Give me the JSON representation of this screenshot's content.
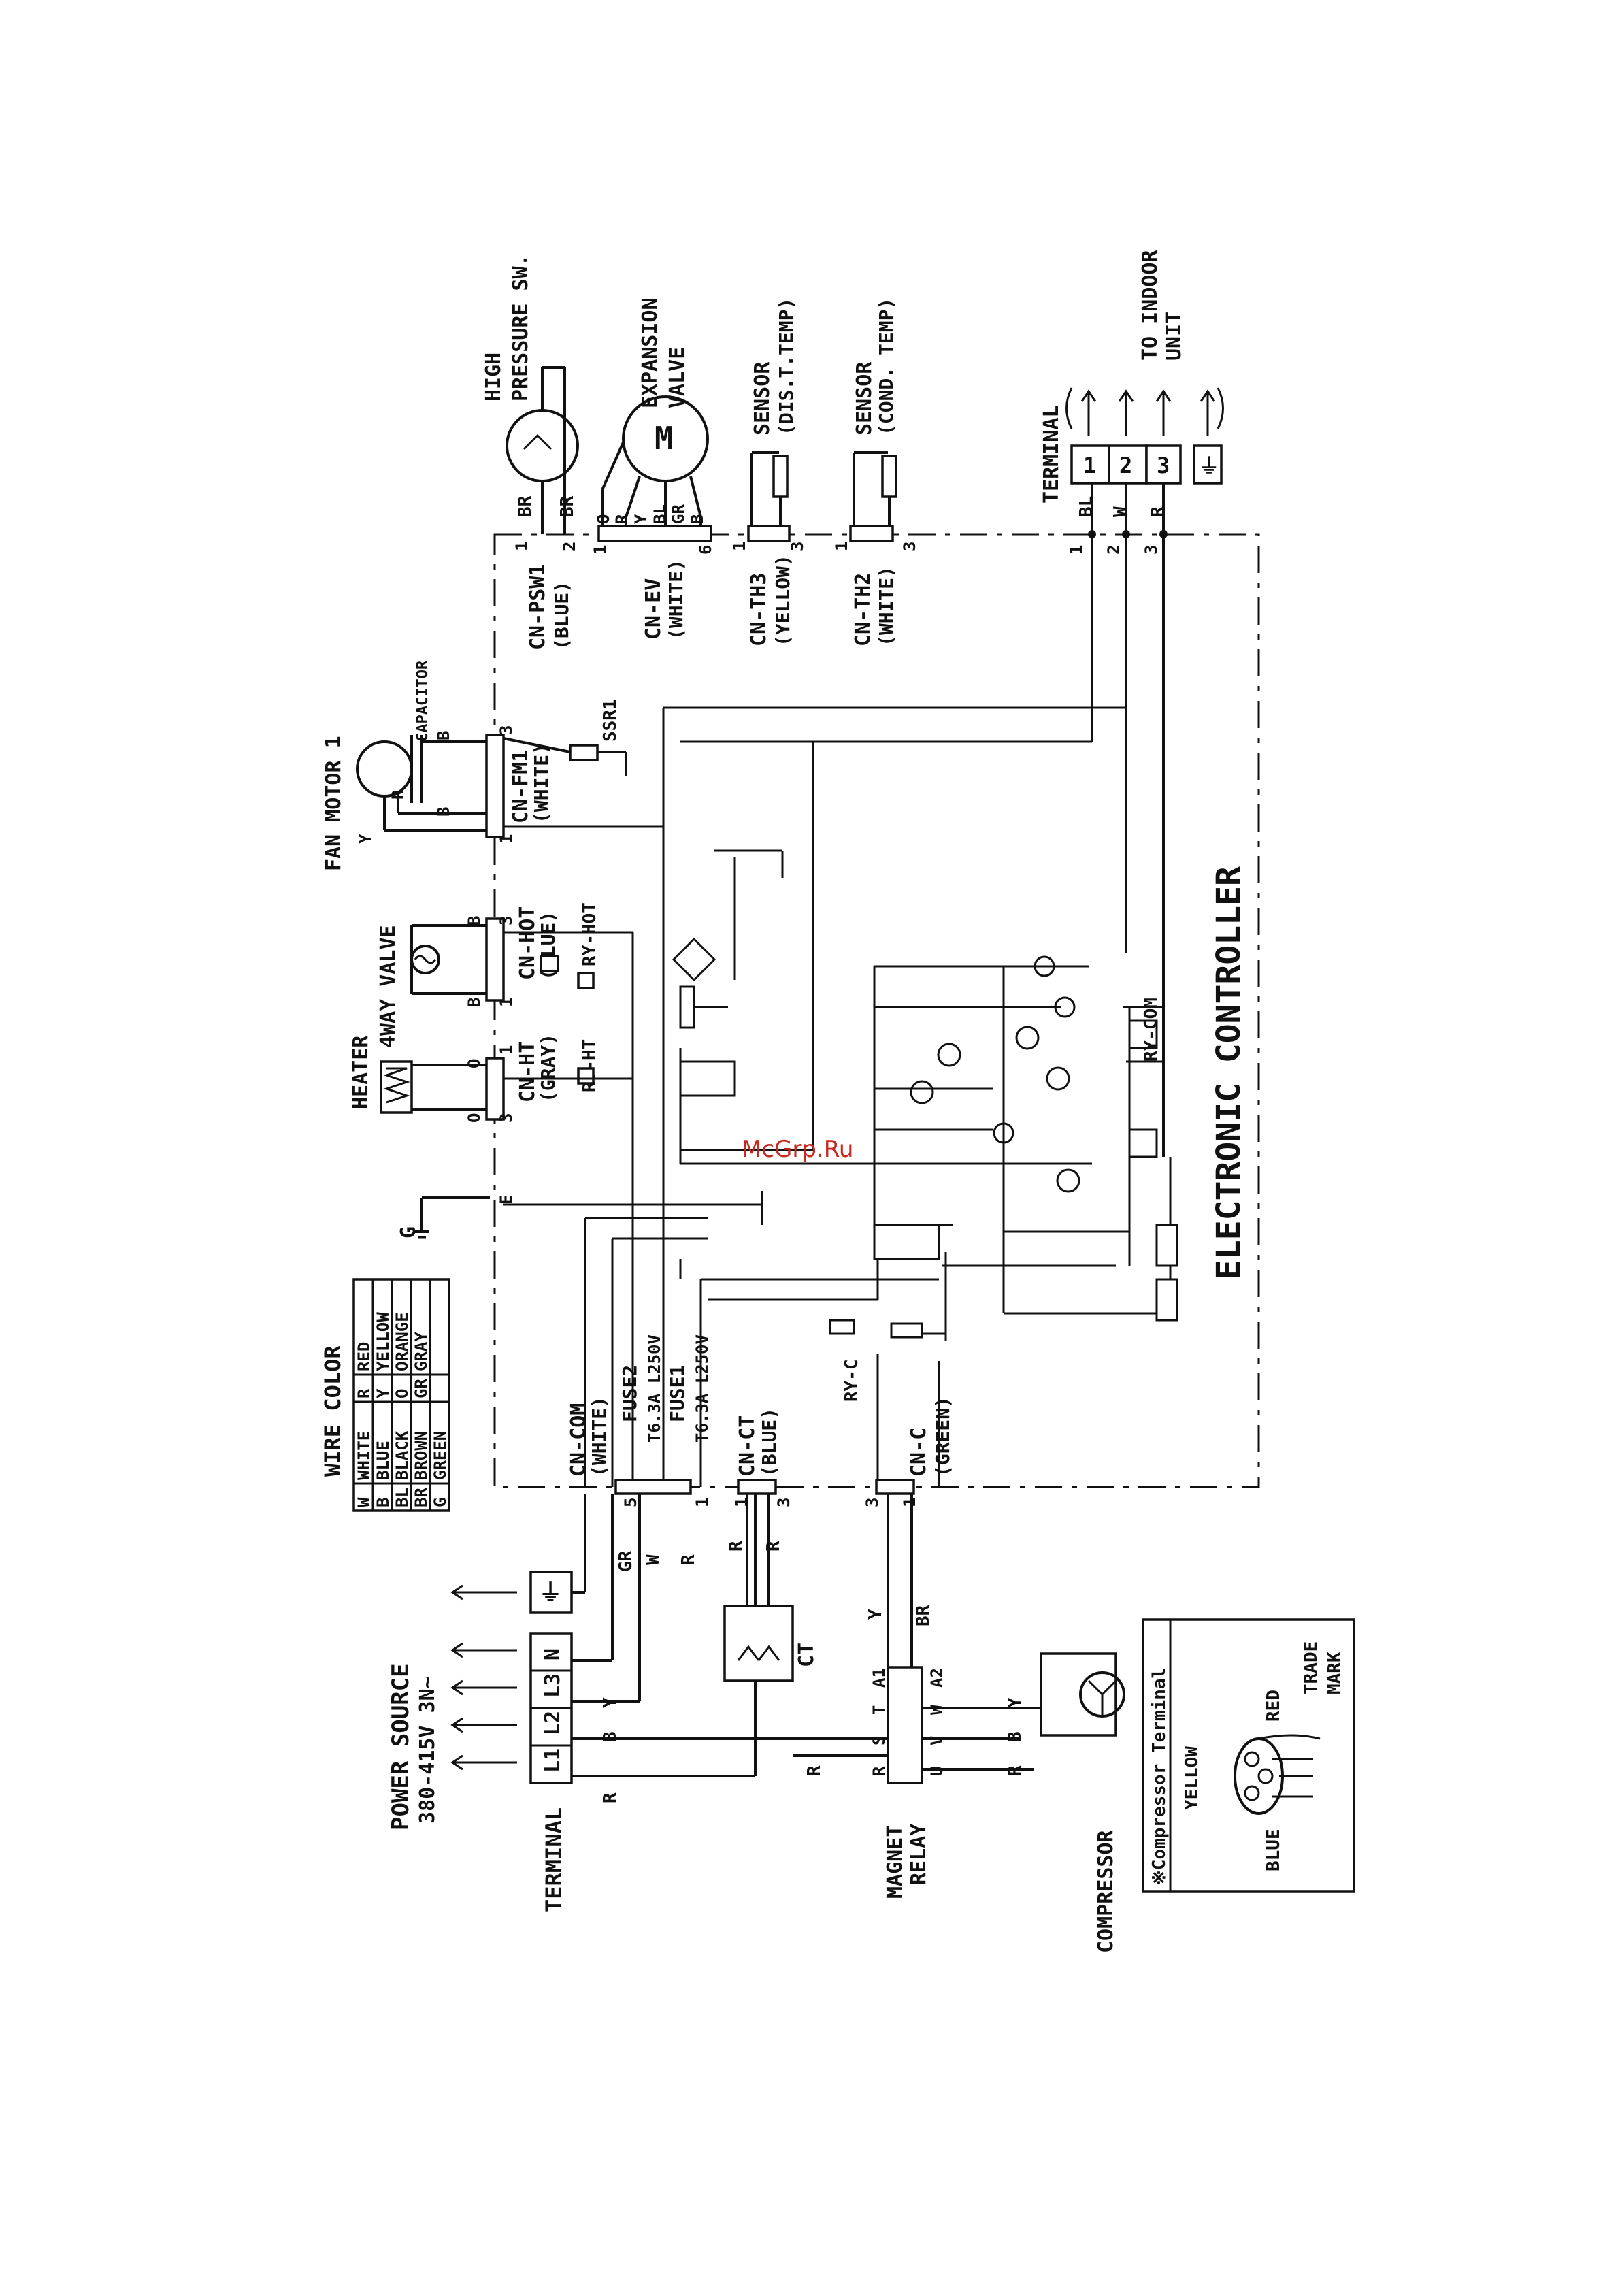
{
  "high_pressure_sw": {
    "label_1": "HIGH",
    "label_2": "PRESSURE SW.",
    "pin_1": "1",
    "pin_2": "2",
    "wire": "BR",
    "connector": "CN-PSW1",
    "color": "(BLUE)"
  },
  "expansion_valve": {
    "label_1": "EXPANSION",
    "label_2": "VALVE",
    "motor": "M",
    "wires": [
      "O",
      "R",
      "Y",
      "BL",
      "GR",
      "B"
    ],
    "pin_1": "1",
    "pin_6": "6",
    "connector": "CN-EV",
    "color": "(WHITE)"
  },
  "sensor_dis": {
    "label_1": "SENSOR",
    "label_2": "(DIS.T.TEMP)",
    "pin_1": "1",
    "pin_3": "3",
    "connector": "CN-TH3",
    "color": "(YELLOW)"
  },
  "sensor_cond": {
    "label_1": "SENSOR",
    "label_2": "(COND. TEMP)",
    "pin_1": "1",
    "pin_3": "3",
    "connector": "CN-TH2",
    "color": "(WHITE)"
  },
  "indoor_terminal": {
    "title": "TERMINAL",
    "to_label_1": "TO INDOOR",
    "to_label_2": "UNIT",
    "pins": [
      "1",
      "2",
      "3"
    ],
    "wires": [
      "BL",
      "W",
      "R"
    ],
    "nums": [
      "1",
      "2",
      "3"
    ],
    "ground": "⏚"
  },
  "fan_motor": {
    "label": "FAN MOTOR 1",
    "capacitor": "CAPACITOR",
    "wire_y": "Y",
    "wire_r": "R",
    "wire_b": "B",
    "connector": "CN-FM1",
    "color": "(WHITE)",
    "pin_1": "1",
    "pin_3": "3",
    "ssr": "SSR1"
  },
  "four_way_valve": {
    "label": "4WAY VALVE",
    "wire": "B",
    "connector": "CN-HOT",
    "color": "(BLUE)",
    "relay": "RY-HOT",
    "pin_1": "1",
    "pin_3": "3"
  },
  "heater": {
    "label": "HEATER",
    "wire": "O",
    "connector": "CN-HT",
    "color": "(GRAY)",
    "relay": "RY-HT",
    "pin_1": "1",
    "pin_3": "3"
  },
  "ground": {
    "label": "G",
    "mark": "E"
  },
  "wire_color": {
    "title": "WIRE COLOR",
    "rows": [
      [
        "W",
        "WHITE",
        "R",
        "RED"
      ],
      [
        "B",
        "BLUE",
        "Y",
        "YELLOW"
      ],
      [
        "BL",
        "BLACK",
        "O",
        "ORANGE"
      ],
      [
        "BR",
        "BROWN",
        "GR",
        "GRAY"
      ],
      [
        "G",
        "GREEN",
        "",
        ""
      ]
    ]
  },
  "fuses": {
    "fuse2": "FUSE2",
    "fuse2_rating": "T6.3A L250V",
    "fuse1": "FUSE1",
    "fuse1_rating": "T6.3A L250V"
  },
  "cn_com": {
    "connector": "CN-COM",
    "color": "(WHITE)",
    "pin_5": "5",
    "pin_1": "1"
  },
  "cn_ct": {
    "connector": "CN-CT",
    "color": "(BLUE)",
    "pin_1": "1",
    "pin_3": "3"
  },
  "cn_c": {
    "connector": "CN-C",
    "color": "(GREEN)",
    "pin_3": "3",
    "pin_1": "1"
  },
  "relays": {
    "ry_c": "RY-C",
    "ry_com": "RY-COM"
  },
  "controller": {
    "label": "ELECTRONIC CONTROLLER"
  },
  "power_source": {
    "label_1": "POWER SOURCE",
    "label_2": "380-415V 3N~",
    "terminals": [
      "L1",
      "L2",
      "L3",
      "N"
    ],
    "terminal_label": "TERMINAL",
    "ground": "⏚"
  },
  "power_wires": {
    "gr": "GR",
    "w": "W",
    "r": "R",
    "r2": "R",
    "b": "B",
    "y": "Y"
  },
  "ct": {
    "label": "CT",
    "wire_r1": "R",
    "wire_r2": "R"
  },
  "magnet_relay": {
    "label_1": "MAGNET",
    "label_2": "RELAY",
    "top": [
      "R",
      "S",
      "T",
      "A1"
    ],
    "bottom": [
      "U",
      "V",
      "W",
      "A2"
    ],
    "wire_y": "Y",
    "wire_br": "BR",
    "wire_r": "R"
  },
  "compressor": {
    "label": "COMPRESSOR",
    "wire_r": "R",
    "wire_b": "B",
    "wire_y": "Y"
  },
  "compressor_terminal": {
    "title": "※Compressor Terminal",
    "yellow": "YELLOW",
    "red": "RED",
    "blue": "BLUE",
    "trade": "TRADE",
    "mark": "MARK"
  },
  "watermark": "McGrp.Ru"
}
